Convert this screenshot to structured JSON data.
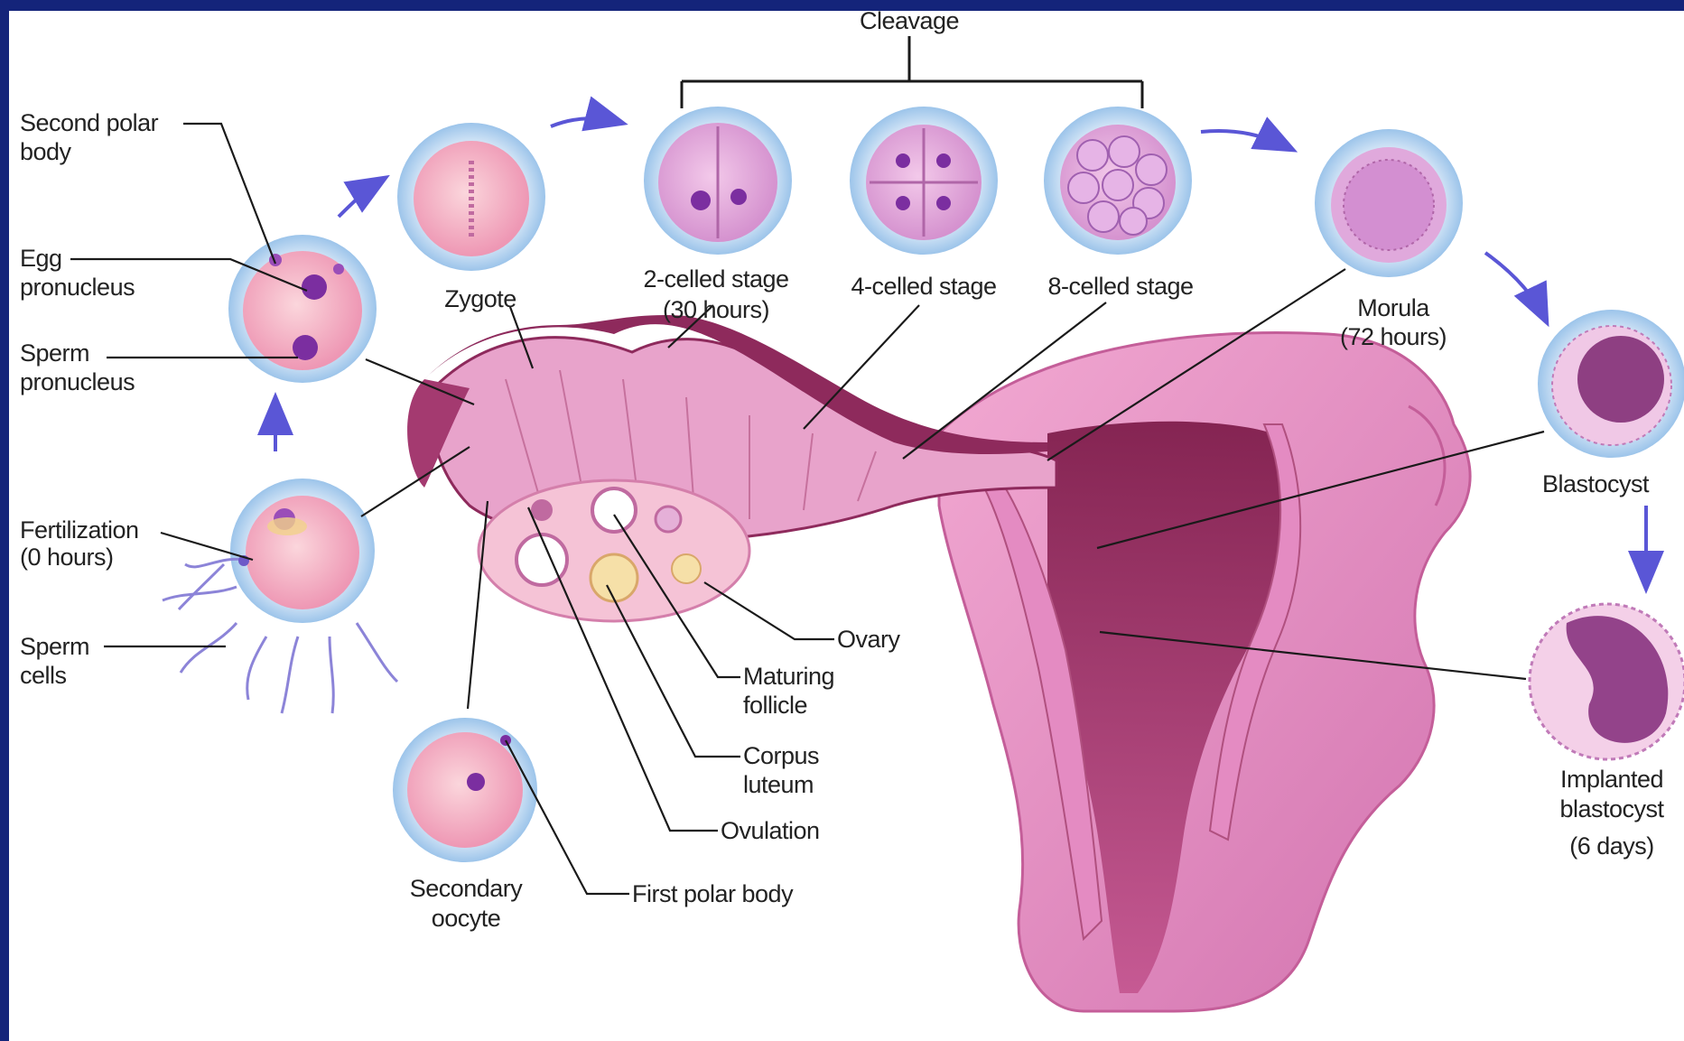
{
  "colors": {
    "frame": "#14247a",
    "background": "#ffffff",
    "tissue": "#d978b6",
    "tissue_dark": "#8e2a5c",
    "cell_halo": "#bcd8f2",
    "cell_body": "#f3a9bd",
    "nucleus": "#7b2ea0",
    "arrow": "#5a56d6",
    "leader": "#1a1a1a",
    "text": "#222222"
  },
  "labels": {
    "cleavage": "Cleavage",
    "second_polar_body": [
      "Second polar",
      "body"
    ],
    "egg_pronucleus": [
      "Egg",
      "pronucleus"
    ],
    "sperm_pronucleus": [
      "Sperm",
      "pronucleus"
    ],
    "fertilization": [
      "Fertilization",
      "(0 hours)"
    ],
    "sperm_cells": [
      "Sperm",
      "cells"
    ],
    "zygote": "Zygote",
    "two_celled": [
      "2-celled stage",
      "(30 hours)"
    ],
    "four_celled": "4-celled stage",
    "eight_celled": "8-celled stage",
    "morula": [
      "Morula",
      "(72 hours)"
    ],
    "blastocyst": "Blastocyst",
    "implanted_blastocyst": [
      "Implanted",
      "blastocyst",
      "(6 days)"
    ],
    "ovary": "Ovary",
    "maturing_follicle": [
      "Maturing",
      "follicle"
    ],
    "corpus_luteum": [
      "Corpus",
      "luteum"
    ],
    "ovulation": "Ovulation",
    "first_polar_body": "First polar body",
    "secondary_oocyte": [
      "Secondary",
      "oocyte"
    ]
  },
  "icons": {
    "arrows": "arrow-icon",
    "cells": "cell-icon"
  }
}
